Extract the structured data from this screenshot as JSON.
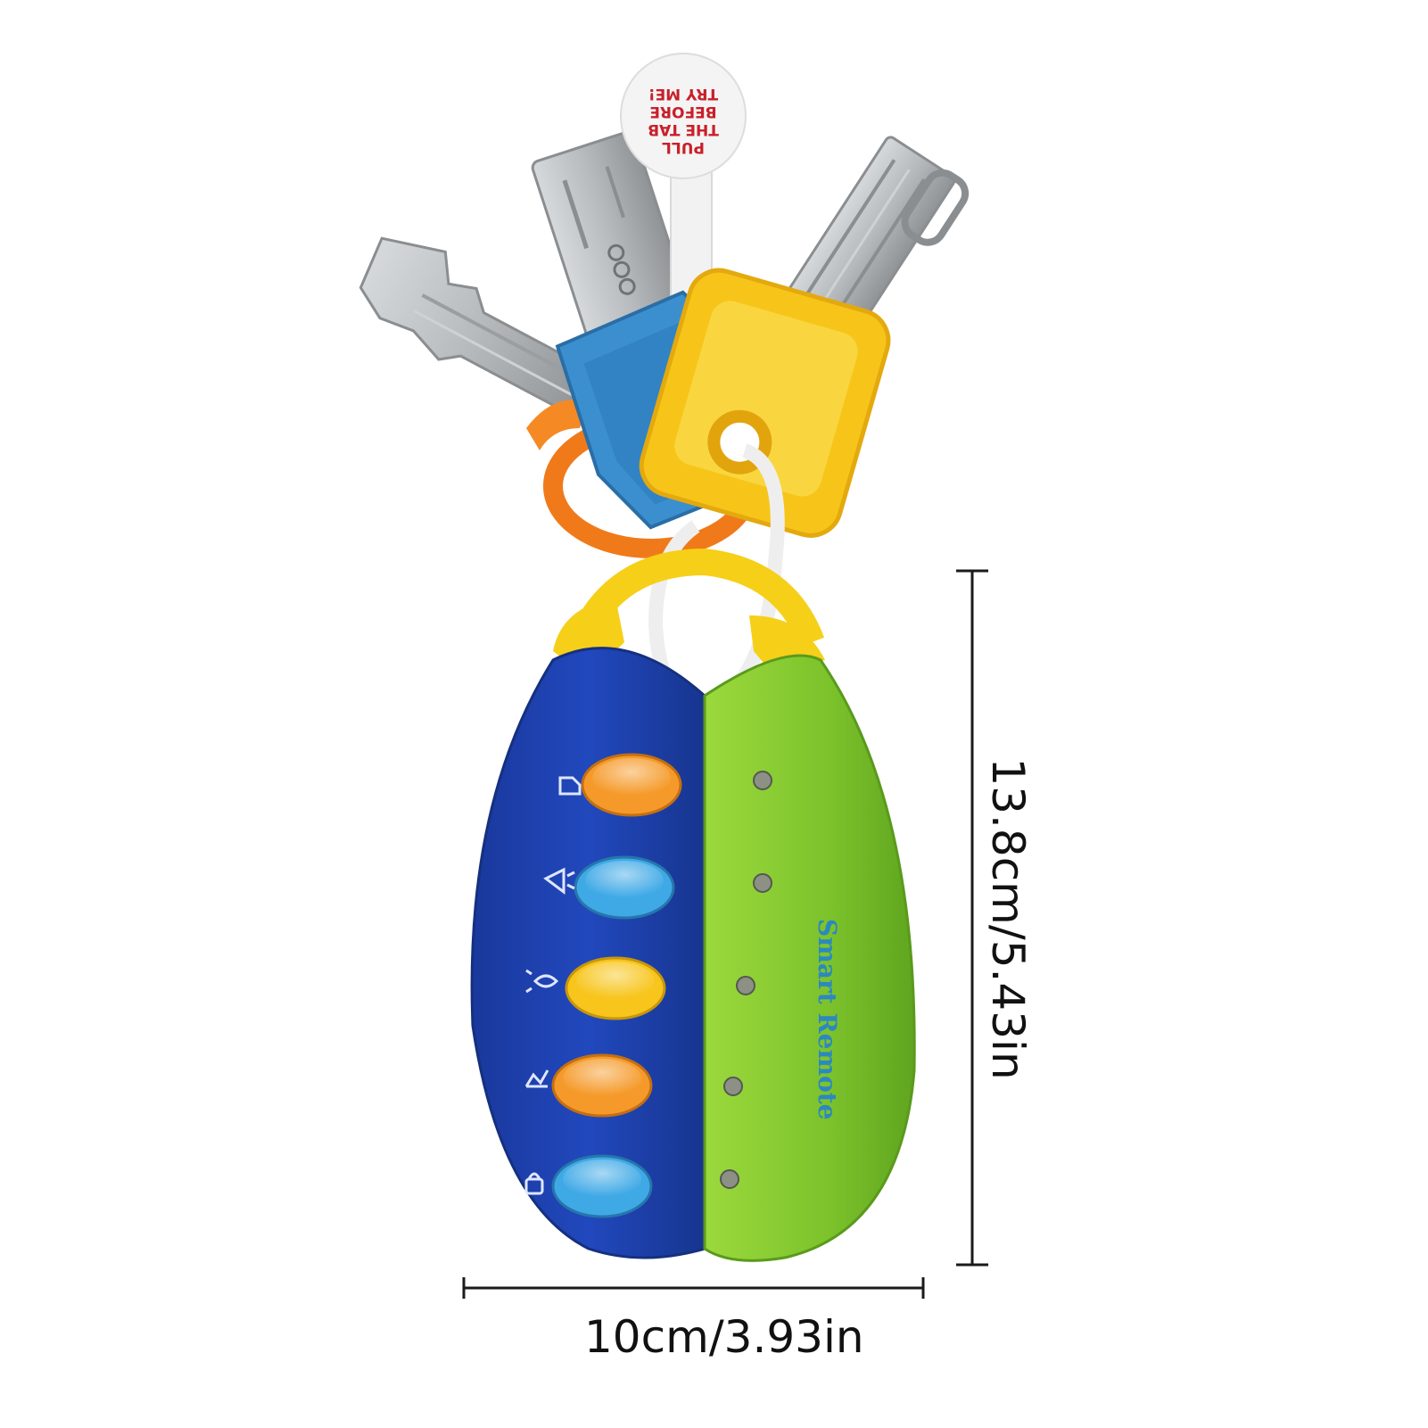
{
  "dimensions": {
    "width_label": "10cm/3.93in",
    "height_label": "13.8cm/5.43in"
  },
  "product": {
    "brand_text": "Smart Remote",
    "tag_lines": [
      "PULL",
      "THE TAB",
      "BEFORE",
      "TRY ME!"
    ],
    "buttons": [
      {
        "icon": "car-door-icon",
        "color": "#f59a2a"
      },
      {
        "icon": "horn-icon",
        "color": "#3fa9e6"
      },
      {
        "icon": "light-icon",
        "color": "#f7c51b"
      },
      {
        "icon": "music-icon",
        "color": "#f59a2a"
      },
      {
        "icon": "lock-icon",
        "color": "#3fa9e6"
      }
    ]
  },
  "colors": {
    "fob_blue": "#1d3fa8",
    "fob_green": "#7cc22b",
    "fob_yellow": "#f6cf19",
    "key_silver": "#b9bdbf",
    "tag_red": "#c8202a"
  }
}
